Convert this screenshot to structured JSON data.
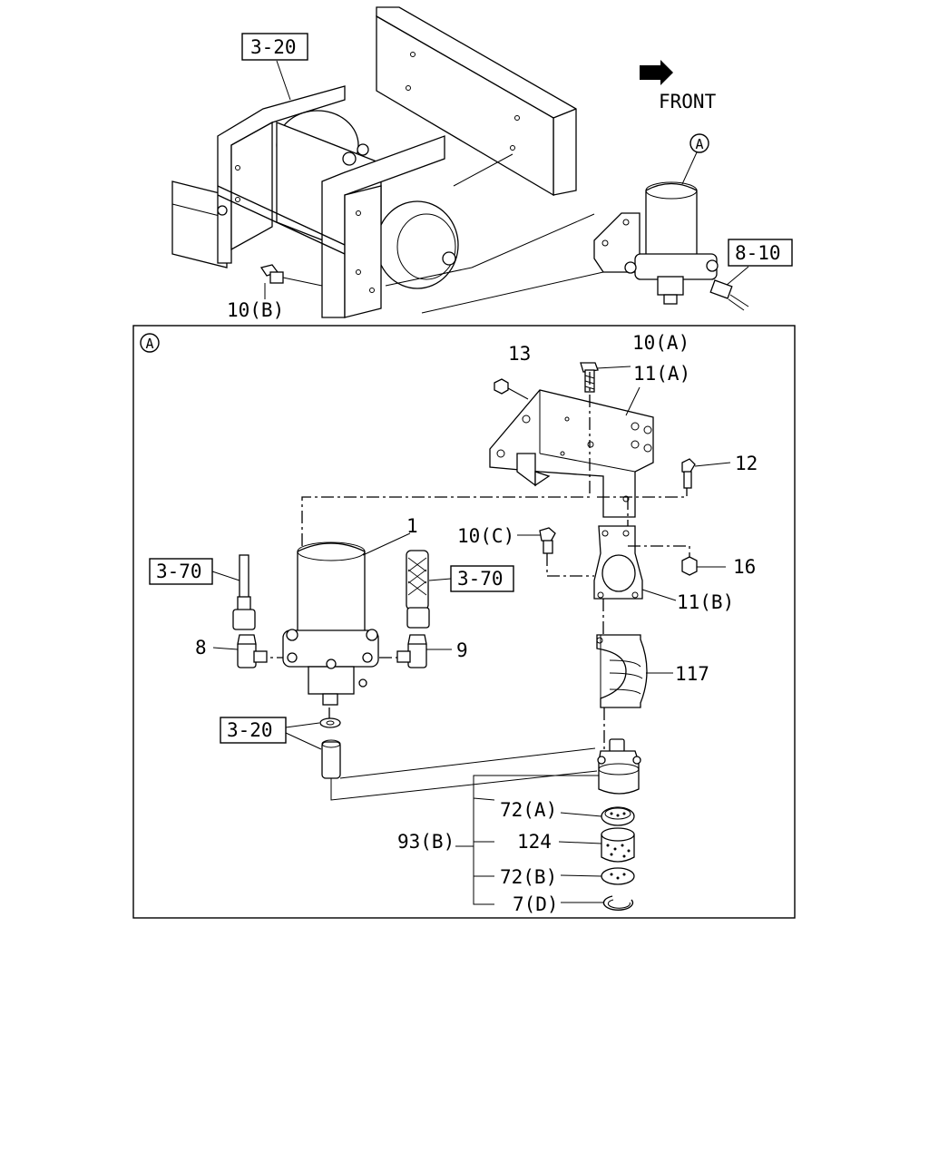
{
  "orientation": {
    "label": "FRONT",
    "icon": "arrow-right-icon"
  },
  "detail_marker": "A",
  "overview": {
    "ref_frame": "3-20",
    "ref_connector": "8-10",
    "bolt_label": "10(B)"
  },
  "detail": {
    "marker": "A",
    "callouts": {
      "p1": "1",
      "p8": "8",
      "p9": "9",
      "p10a": "10(A)",
      "p10c": "10(C)",
      "p11a": "11(A)",
      "p11b": "11(B)",
      "p12": "12",
      "p13": "13",
      "p16": "16",
      "p117": "117",
      "p72a": "72(A)",
      "p124": "124",
      "p72b": "72(B)",
      "p7d": "7(D)",
      "p93b": "93(B)"
    },
    "refs": {
      "r370a": "3-70",
      "r370b": "3-70",
      "r320": "3-20"
    }
  }
}
